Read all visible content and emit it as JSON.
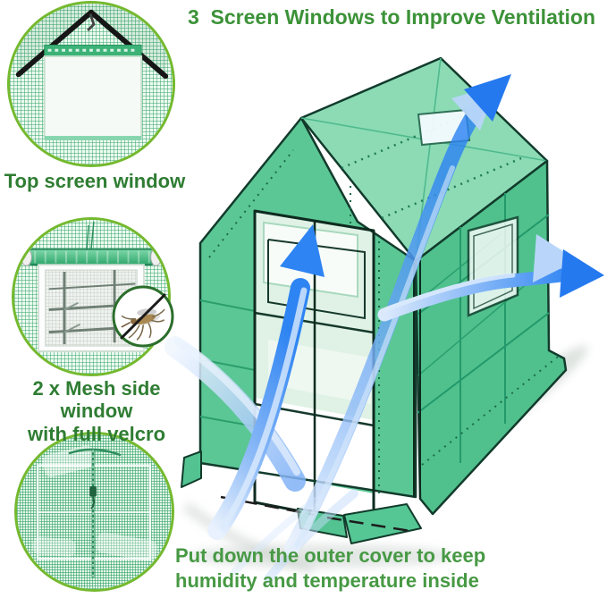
{
  "title": "3  Screen Windows to Improve Ventilation",
  "callouts": {
    "top_window": {
      "label": "Top screen window"
    },
    "mesh_window": {
      "label_line1": "2 x Mesh side window",
      "label_line2": "with full velcro"
    },
    "outer_cover": {
      "caption_line1": "Put down the outer cover to keep",
      "caption_line2": "humidity and temperature inside"
    }
  },
  "icons": {
    "no_mosquito": "no-mosquito-icon",
    "airflow": "blue curved airflow arrows"
  },
  "colors": {
    "title_green": "#3c9238",
    "label_green": "#2f7d33",
    "caption_green": "#479944",
    "circle_border": "#74b92e",
    "mesh_line": "#2ea462",
    "roof": "#8cdbb5",
    "front_wall": "#5bc795",
    "side_wall": "#50c18d",
    "frame_dark": "#11382a",
    "arrow_blue": "#2e84f2",
    "arrow_light": "#b9d6fa"
  }
}
